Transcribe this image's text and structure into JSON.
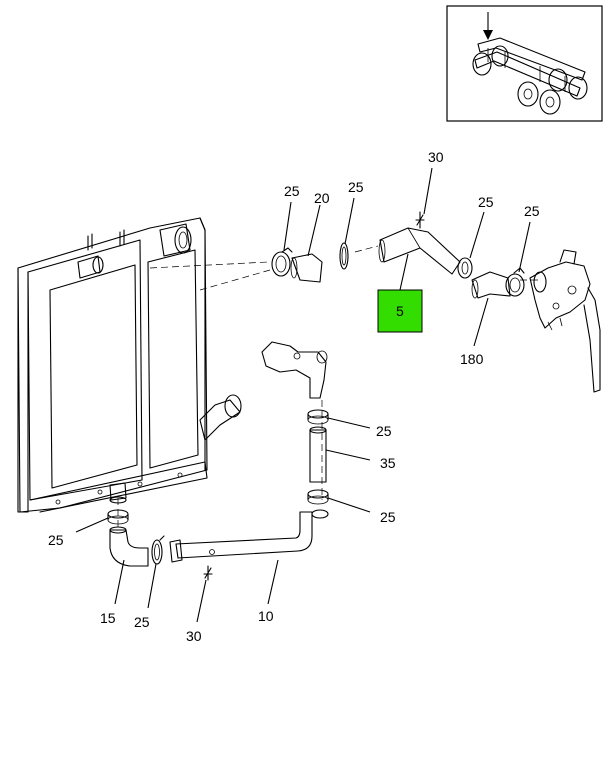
{
  "callouts": {
    "c30_top": "30",
    "c25_clamp_left": "25",
    "c20": "20",
    "c25_ring": "25",
    "c25_clamp_mid": "25",
    "c25_clamp_right": "25",
    "c5": "5",
    "c180": "180",
    "c25_upper_seal": "25",
    "c35": "35",
    "c25_lower_seal": "25",
    "c25_left_seal": "25",
    "c15": "15",
    "c25_bottom_clamp": "25",
    "c30_bottom": "30",
    "c10": "10"
  },
  "highlight": {
    "part": "5",
    "color": "#33dd00"
  }
}
